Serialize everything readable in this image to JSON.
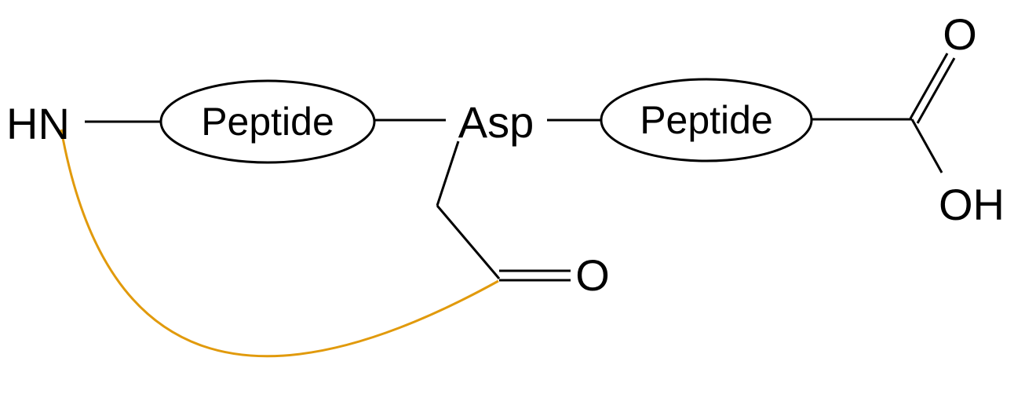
{
  "diagram": {
    "labels": {
      "amine": "HN",
      "peptide_left": "Peptide",
      "residue": "Asp",
      "peptide_right": "Peptide",
      "carbonyl_oxygen": "O",
      "carboxyl_oxygen": "O",
      "hydroxyl": "OH"
    },
    "colors": {
      "bond": "#000000",
      "cyclization_link": "#E19A0C"
    }
  }
}
